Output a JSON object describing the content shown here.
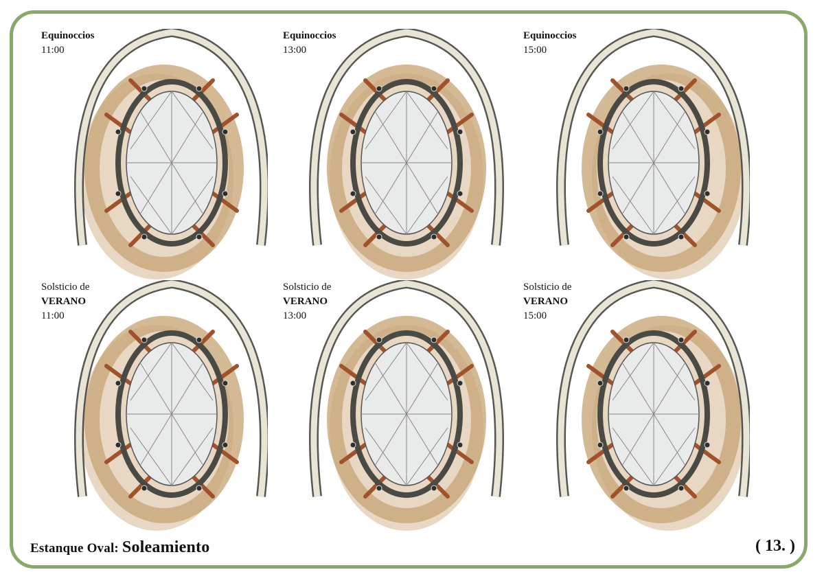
{
  "colors": {
    "frame": "#8aa86a",
    "shade_wood": "#c9a77a",
    "beam": "#a0522d",
    "ring": "#4a4a44",
    "roof": "#e8e4d6"
  },
  "panels": [
    {
      "line1": "Equinoccios",
      "line2": "",
      "time": "11:00",
      "line1_bold": true
    },
    {
      "line1": "Equinoccios",
      "line2": "",
      "time": "13:00",
      "line1_bold": true
    },
    {
      "line1": "Equinoccios",
      "line2": "",
      "time": "15:00",
      "line1_bold": true
    },
    {
      "line1": "Solsticio de",
      "line2": "VERANO",
      "time": "11:00",
      "line1_bold": false
    },
    {
      "line1": "Solsticio de",
      "line2": "VERANO",
      "time": "13:00",
      "line1_bold": false
    },
    {
      "line1": "Solsticio de",
      "line2": "VERANO",
      "time": "15:00",
      "line1_bold": false
    }
  ],
  "footer": {
    "prefix": "Estanque Oval: ",
    "title": "Soleamiento",
    "page": "( 13. )"
  }
}
